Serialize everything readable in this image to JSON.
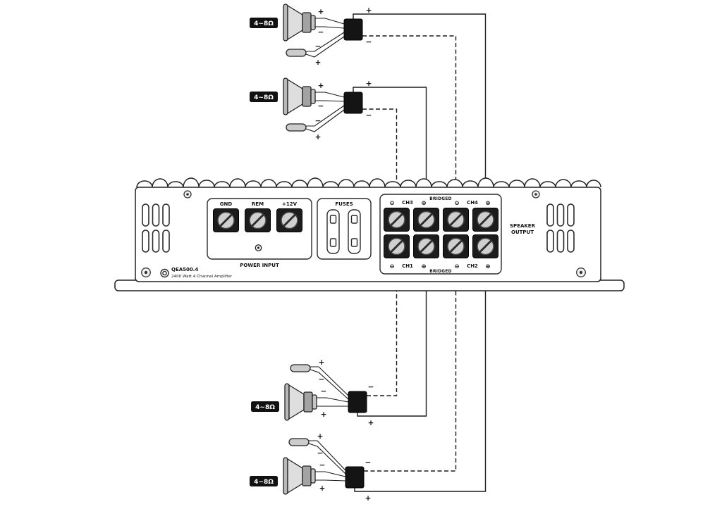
{
  "speakers": [
    {
      "id": "top-1",
      "impedance": "4~8Ω",
      "woofer_top": "+",
      "woofer_bottom": "−",
      "tweeter_top": "−",
      "tweeter_bottom": "+",
      "out_top": "+",
      "out_bottom": "−"
    },
    {
      "id": "top-2",
      "impedance": "4~8Ω",
      "woofer_top": "+",
      "woofer_bottom": "−",
      "tweeter_top": "−",
      "tweeter_bottom": "+",
      "out_top": "+",
      "out_bottom": "−"
    },
    {
      "id": "bottom-1",
      "impedance": "4~8Ω",
      "woofer_top": "−",
      "woofer_bottom": "+",
      "tweeter_top": "+",
      "tweeter_bottom": "−",
      "out_top": "−",
      "out_bottom": "+"
    },
    {
      "id": "bottom-2",
      "impedance": "4~8Ω",
      "woofer_top": "−",
      "woofer_bottom": "+",
      "tweeter_top": "+",
      "tweeter_bottom": "−",
      "out_top": "−",
      "out_bottom": "+"
    }
  ],
  "amp": {
    "model": "QEA500.4",
    "description": "2400 Watt 4 Channel Amplifier",
    "labels": {
      "gnd": "GND",
      "rem": "REM",
      "v12": "+12V",
      "power_input": "POWER INPUT",
      "fuses": "FUSES",
      "speaker_output_1": "SPEAKER",
      "speaker_output_2": "OUTPUT",
      "bridged_top": "BRIDGED",
      "bridged_bottom": "BRIDGED"
    },
    "channels_top": [
      {
        "minus": "⊖",
        "name": "CH3",
        "plus": "⊕"
      },
      {
        "minus": "⊖",
        "name": "CH4",
        "plus": "⊕"
      }
    ],
    "channels_bottom": [
      {
        "minus": "⊖",
        "name": "CH1",
        "plus": "⊕"
      },
      {
        "minus": "⊖",
        "name": "CH2",
        "plus": "⊕"
      }
    ]
  },
  "connections": [
    {
      "speaker": "top-1",
      "channel": "CH4"
    },
    {
      "speaker": "top-2",
      "channel": "CH3"
    },
    {
      "speaker": "bottom-1",
      "channel": "CH1"
    },
    {
      "speaker": "bottom-2",
      "channel": "CH2"
    }
  ]
}
